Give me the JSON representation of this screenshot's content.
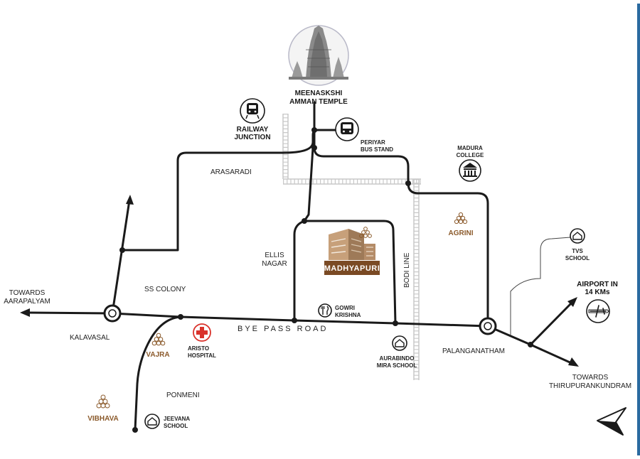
{
  "labels": {
    "temple": [
      "MEENASKSHI",
      "AMMAN TEMPLE"
    ],
    "railway": [
      "RAILWAY",
      "JUNCTION"
    ],
    "bus": [
      "PERIYAR",
      "BUS STAND"
    ],
    "madura": [
      "MADURA",
      "COLLEGE"
    ],
    "arasaradi": "ARASARADI",
    "ellis": [
      "ELLIS",
      "NAGAR"
    ],
    "ss_colony": "SS COLONY",
    "towards_left": [
      "TOWARDS",
      "AARAPALYAM"
    ],
    "kalavasal": "KALAVASAL",
    "bye_pass": "BYE PASS ROAD",
    "gowri": [
      "GOWRI",
      "KRISHNA"
    ],
    "bodi": "BODI LINE",
    "aurabindo": [
      "AURABINDO",
      "MIRA SCHOOL"
    ],
    "palanganatham": "PALANGANATHAM",
    "tvs": [
      "TVS",
      "SCHOOL"
    ],
    "airport": [
      "AIRPORT IN",
      "14 KMs"
    ],
    "towards_right": [
      "TOWARDS",
      "THIRUPURANKUNDRAM"
    ],
    "aristo": [
      "ARISTO",
      "HOSPITAL"
    ],
    "ponmeni": "PONMENI",
    "jeevana": [
      "JEEVANA",
      "SCHOOL"
    ]
  },
  "projects": {
    "madhyapuri": "MADHYAPURI",
    "agrini": "AGRINI",
    "vajra": "VAJRA",
    "vibhava": "VIBHAVA"
  },
  "colors": {
    "road": "#1a1a1a",
    "rail": "#c8c8c8",
    "brand": "#8b5a2b",
    "hospital": "#d9322b",
    "badge": "#7a4a24"
  },
  "icons": [
    "temple-icon",
    "train-icon",
    "bus-icon",
    "college-icon",
    "school-icon",
    "hospital-icon",
    "restaurant-icon",
    "airplane-icon",
    "compass-arrow-icon",
    "project-logo-icon"
  ]
}
